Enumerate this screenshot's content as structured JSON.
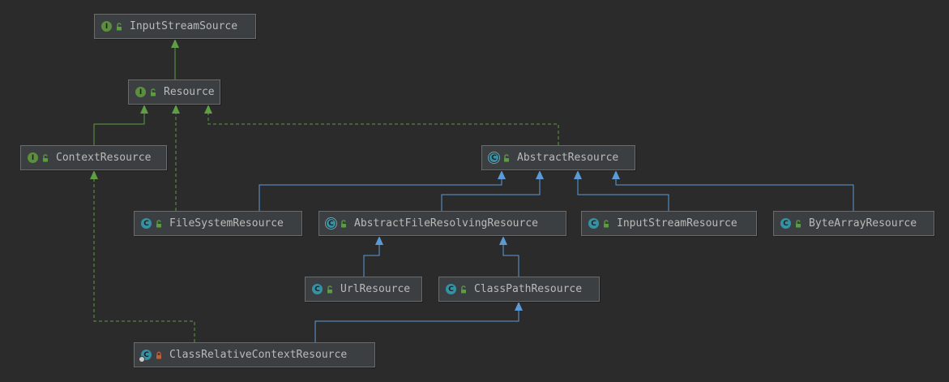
{
  "colors": {
    "background": "#2b2b2b",
    "node_fill": "#3c3f41",
    "node_border": "#6b6b6b",
    "text": "#bababa",
    "interface_badge": "#5b8f3e",
    "class_badge": "#3591a4",
    "implements_edge": "#5e9e44",
    "extends_edge": "#5b9bd5",
    "lock_public": "#5b9e3e",
    "lock_private": "#c35c37"
  },
  "nodes": [
    {
      "id": "InputStreamSource",
      "label": "InputStreamSource",
      "kind": "interface",
      "badge_letter": "I",
      "lock": "public"
    },
    {
      "id": "Resource",
      "label": "Resource",
      "kind": "interface",
      "badge_letter": "I",
      "lock": "public"
    },
    {
      "id": "ContextResource",
      "label": "ContextResource",
      "kind": "interface",
      "badge_letter": "I",
      "lock": "public"
    },
    {
      "id": "AbstractResource",
      "label": "AbstractResource",
      "kind": "abstract",
      "badge_letter": "C",
      "lock": "public"
    },
    {
      "id": "FileSystemResource",
      "label": "FileSystemResource",
      "kind": "class",
      "badge_letter": "C",
      "lock": "public"
    },
    {
      "id": "AbstractFileResolvingResource",
      "label": "AbstractFileResolvingResource",
      "kind": "abstract",
      "badge_letter": "C",
      "lock": "public"
    },
    {
      "id": "InputStreamResource",
      "label": "InputStreamResource",
      "kind": "class",
      "badge_letter": "C",
      "lock": "public"
    },
    {
      "id": "ByteArrayResource",
      "label": "ByteArrayResource",
      "kind": "class",
      "badge_letter": "C",
      "lock": "public"
    },
    {
      "id": "UrlResource",
      "label": "UrlResource",
      "kind": "class",
      "badge_letter": "C",
      "lock": "public"
    },
    {
      "id": "ClassPathResource",
      "label": "ClassPathResource",
      "kind": "class",
      "badge_letter": "C",
      "lock": "public"
    },
    {
      "id": "ClassRelativeContextResource",
      "label": "ClassRelativeContextResource",
      "kind": "inner-class",
      "badge_letter": "C",
      "lock": "private"
    }
  ],
  "edges": [
    {
      "from": "Resource",
      "to": "InputStreamSource",
      "type": "extends-interface"
    },
    {
      "from": "ContextResource",
      "to": "Resource",
      "type": "extends-interface"
    },
    {
      "from": "FileSystemResource",
      "to": "Resource",
      "type": "implements"
    },
    {
      "from": "AbstractResource",
      "to": "Resource",
      "type": "implements"
    },
    {
      "from": "FileSystemResource",
      "to": "AbstractResource",
      "type": "extends"
    },
    {
      "from": "AbstractFileResolvingResource",
      "to": "AbstractResource",
      "type": "extends"
    },
    {
      "from": "InputStreamResource",
      "to": "AbstractResource",
      "type": "extends"
    },
    {
      "from": "ByteArrayResource",
      "to": "AbstractResource",
      "type": "extends"
    },
    {
      "from": "UrlResource",
      "to": "AbstractFileResolvingResource",
      "type": "extends"
    },
    {
      "from": "ClassPathResource",
      "to": "AbstractFileResolvingResource",
      "type": "extends"
    },
    {
      "from": "ClassRelativeContextResource",
      "to": "ClassPathResource",
      "type": "extends"
    },
    {
      "from": "ClassRelativeContextResource",
      "to": "ContextResource",
      "type": "implements"
    }
  ]
}
